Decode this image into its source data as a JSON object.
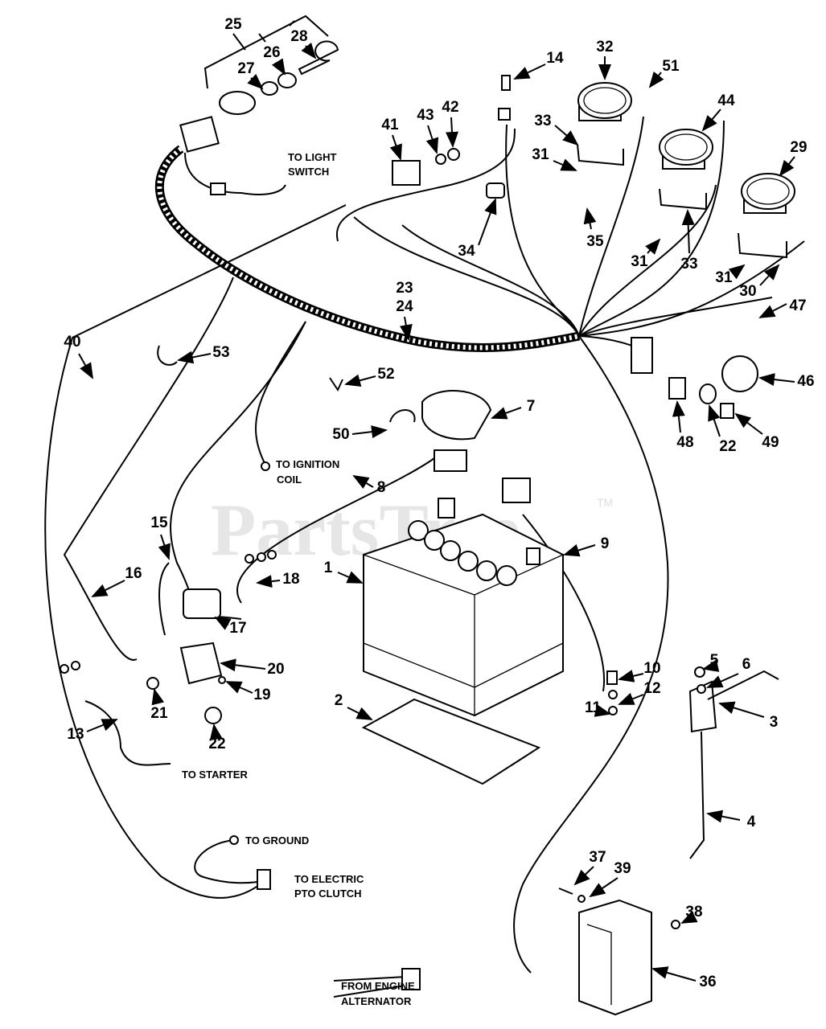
{
  "watermark": {
    "text": "PartsTree",
    "tm": "TM"
  },
  "callouts": [
    "25",
    "27",
    "26",
    "28",
    "14",
    "32",
    "51",
    "44",
    "29",
    "41",
    "43",
    "42",
    "33",
    "31",
    "34",
    "35",
    "31",
    "33",
    "31",
    "30",
    "47",
    "23",
    "24",
    "40",
    "53",
    "52",
    "7",
    "50",
    "46",
    "48",
    "22",
    "49",
    "8",
    "9",
    "15",
    "16",
    "1",
    "18",
    "17",
    "20",
    "19",
    "21",
    "22",
    "13",
    "2",
    "10",
    "12",
    "11",
    "5",
    "6",
    "3",
    "4",
    "37",
    "39",
    "38",
    "36"
  ],
  "notes": {
    "light_switch": [
      "TO LIGHT",
      "SWITCH"
    ],
    "ignition_coil": [
      "TO IGNITION",
      "COIL"
    ],
    "starter": "TO STARTER",
    "ground": "TO GROUND",
    "pto_clutch": [
      "TO ELECTRIC",
      "PTO CLUTCH"
    ],
    "alternator": [
      "FROM ENGINE",
      "ALTERNATOR"
    ]
  }
}
